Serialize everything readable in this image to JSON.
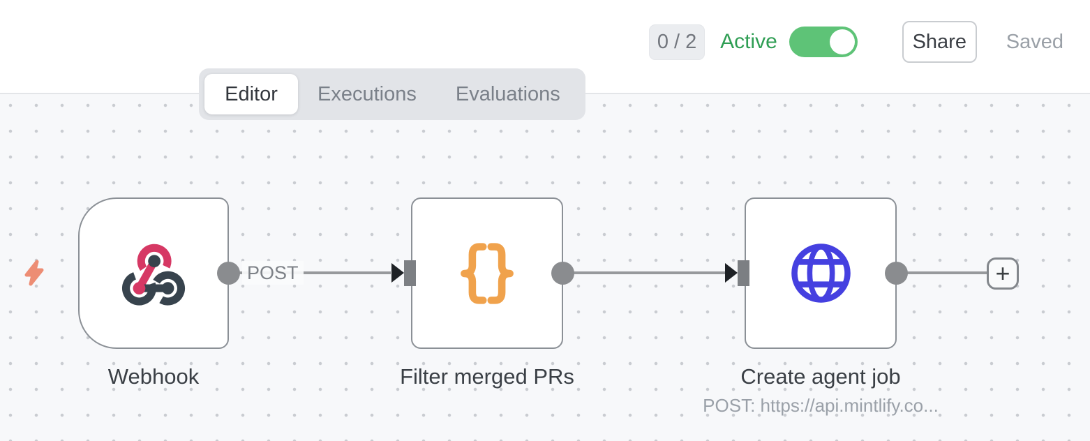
{
  "header": {
    "counter_badge": "0 / 2",
    "active_label": "Active",
    "toggle_state": "on",
    "share_label": "Share",
    "saved_label": "Saved"
  },
  "tabs": [
    {
      "label": "Editor",
      "active": true
    },
    {
      "label": "Executions",
      "active": false
    },
    {
      "label": "Evaluations",
      "active": false
    }
  ],
  "canvas": {
    "trigger_indicator_icon": "lightning-bolt-icon",
    "nodes": [
      {
        "name": "Webhook",
        "icon": "webhook-icon",
        "shape": "trigger",
        "output_label": "POST"
      },
      {
        "name": "Filter merged PRs",
        "icon": "code-braces-icon",
        "shape": "square"
      },
      {
        "name": "Create agent job",
        "icon": "globe-icon",
        "shape": "square",
        "subtitle": "POST: https://api.mintlify.co..."
      }
    ],
    "add_button_label": "+"
  },
  "colors": {
    "active_green": "#2f9e54",
    "toggle_green": "#5ec377",
    "badge_bg": "#ebedf0",
    "node_border": "#8b9096",
    "connection_gray": "#97999c",
    "webhook_pink": "#d63864",
    "webhook_slate": "#37434d",
    "braces_orange": "#f0a24c",
    "globe_blue": "#4540e0",
    "bolt_salmon": "#ed8d74",
    "canvas_bg": "#f7f8fa",
    "canvas_dot": "#c9ccd1"
  }
}
